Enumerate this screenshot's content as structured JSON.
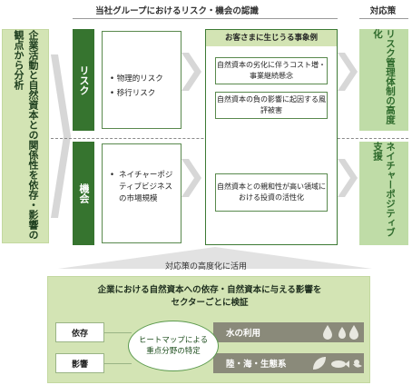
{
  "headers": {
    "recognition": "当社グループにおけるリスク・機会の認識",
    "response": "対応策"
  },
  "left_panel": {
    "text": "企業活動と自然資本との関係性を依存・影響の観点から分析"
  },
  "risk": {
    "label": "リスク",
    "items": [
      "物理的リスク",
      "移行リスク"
    ]
  },
  "opportunity": {
    "label": "機会",
    "items": [
      "ネイチャーポジティブビジネスの市場規模"
    ]
  },
  "events": {
    "header": "お客さまに生じうる事象例",
    "risk_events": [
      "自然資本の劣化に伴うコスト増・事業継続懸念",
      "自然資本の負の影響に起因する風評被害"
    ],
    "opportunity_events": [
      "自然資本との親和性が高い領域における投資の活性化"
    ]
  },
  "responses": {
    "risk": "リスク管理体制の高度化",
    "opportunity": "ネイチャーポジティブ支援"
  },
  "feedback_label": "対応策の高度化に活用",
  "bottom": {
    "title_line1": "企業における自然資本への依存・自然資本に与える影響を",
    "title_line2": "セクターごとに検証",
    "dependency": "依存",
    "impact": "影響",
    "heatmap": "ヒートマップによる重点分野の特定",
    "water": "水の利用",
    "land_sea": "陸・海・生態系"
  },
  "colors": {
    "dark_green": "#36742f",
    "light_green": "#d3e4b4",
    "response_green": "#bfdca7",
    "gray_bar": "#8a8a7a"
  }
}
